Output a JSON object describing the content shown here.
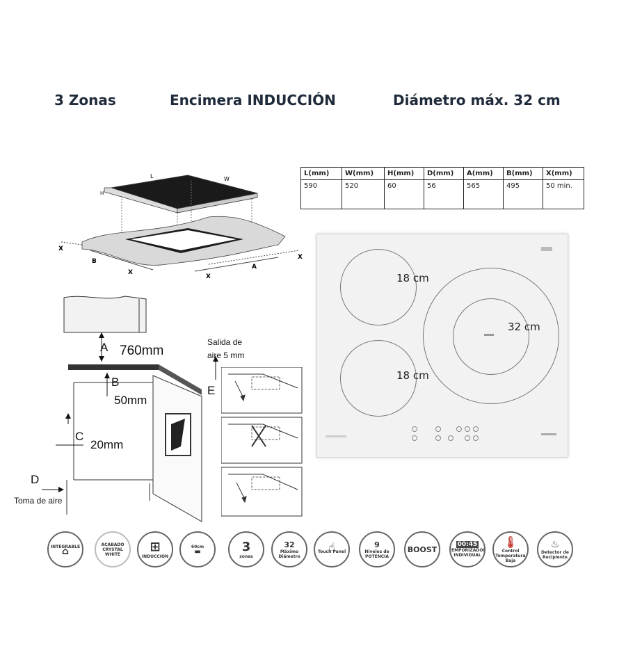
{
  "header": {
    "zones": "3 Zonas",
    "product": "Encimera INDUCCIÓN",
    "diameter": "Diámetro máx. 32 cm"
  },
  "spec_table": {
    "columns": [
      "L(mm)",
      "W(mm)",
      "H(mm)",
      "D(mm)",
      "A(mm)",
      "B(mm)",
      "X(mm)"
    ],
    "values": [
      "590",
      "520",
      "60",
      "56",
      "565",
      "495",
      "50 min."
    ]
  },
  "install_diagram": {
    "label_l": "L",
    "label_w": "W",
    "label_h": "H",
    "label_a": "A",
    "label_b": "B",
    "label_x": "X"
  },
  "cabinet_diagram": {
    "a_label": "A",
    "a_value": "760mm",
    "b_label": "B",
    "b_value": "50mm",
    "c_label": "C",
    "c_value": "20mm",
    "d_label": "D",
    "d_text": "Toma de aire",
    "e_label": "E",
    "air_out_line1": "Salida de",
    "air_out_line2": "aire 5 mm"
  },
  "hob": {
    "zone_top_left": "18 cm",
    "zone_bottom_left": "18 cm",
    "zone_right": "32 cm"
  },
  "feature_icons": [
    {
      "id": "integrable",
      "text": "INTEGRABLE"
    },
    {
      "id": "crystal-white",
      "text": "ACABADO CRYSTAL WHITE"
    },
    {
      "id": "induccion",
      "text": "INDUCCIÓN"
    },
    {
      "id": "60cm",
      "text": "60cm"
    },
    {
      "id": "3-zonas",
      "num": "3",
      "text": "zonas"
    },
    {
      "id": "max-diametro",
      "num": "32",
      "text": "Máximo Diámetro"
    },
    {
      "id": "touch",
      "text": "Touch Panel"
    },
    {
      "id": "niveles",
      "num": "9",
      "text": "Niveles de POTENCIA"
    },
    {
      "id": "boost",
      "text": "BOOST"
    },
    {
      "id": "temporizador",
      "num": "00:45",
      "text": "TEMPORIZADOR INDIVIDUAL"
    },
    {
      "id": "temperatura",
      "text": "Control Temperatura Baja"
    },
    {
      "id": "detector",
      "text": "Detector de Recipiente"
    }
  ]
}
